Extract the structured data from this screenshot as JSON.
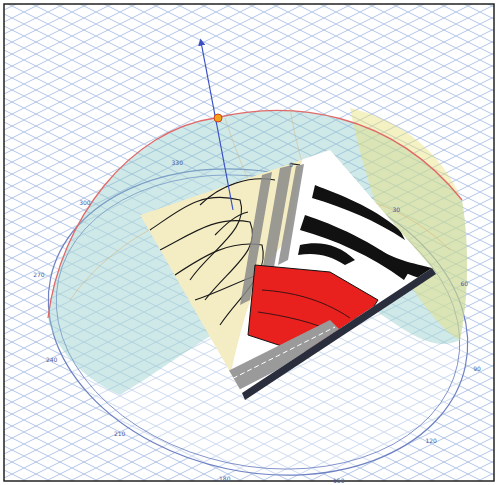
{
  "diagram": {
    "labels": [
      "0",
      "30",
      "60",
      "90",
      "120",
      "150",
      "180",
      "210",
      "240",
      "270",
      "300",
      "330"
    ]
  }
}
